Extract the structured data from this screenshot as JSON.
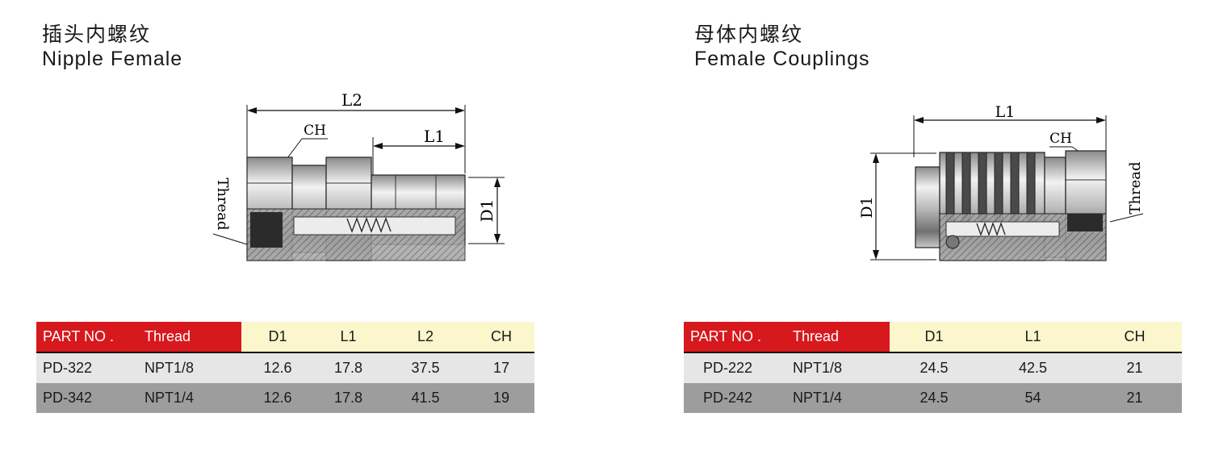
{
  "left": {
    "title_cn": "插头内螺纹",
    "title_en": "Nipple Female",
    "drawing_labels": {
      "l2": "L2",
      "l1": "L1",
      "ch": "CH",
      "d1": "D1",
      "thread": "Thread"
    },
    "table": {
      "headers": [
        "PART NO .",
        "Thread",
        "D1",
        "L1",
        "L2",
        "CH"
      ],
      "rows": [
        [
          "PD-322",
          "NPT1/8",
          "12.6",
          "17.8",
          "37.5",
          "17"
        ],
        [
          "PD-342",
          "NPT1/4",
          "12.6",
          "17.8",
          "41.5",
          "19"
        ]
      ]
    }
  },
  "right": {
    "title_cn": "母体内螺纹",
    "title_en": "Female Couplings",
    "drawing_labels": {
      "l1": "L1",
      "ch": "CH",
      "d1": "D1",
      "thread": "Thread"
    },
    "table": {
      "headers": [
        "PART NO .",
        "Thread",
        "D1",
        "L1",
        "CH"
      ],
      "rows": [
        [
          "PD-222",
          "NPT1/8",
          "24.5",
          "42.5",
          "21"
        ],
        [
          "PD-242",
          "NPT1/4",
          "24.5",
          "54",
          "21"
        ]
      ]
    }
  },
  "colors": {
    "header_red": "#d7191e",
    "header_cream": "#fbf6cc",
    "row_light": "#e6e6e6",
    "row_dark": "#9d9d9d"
  }
}
